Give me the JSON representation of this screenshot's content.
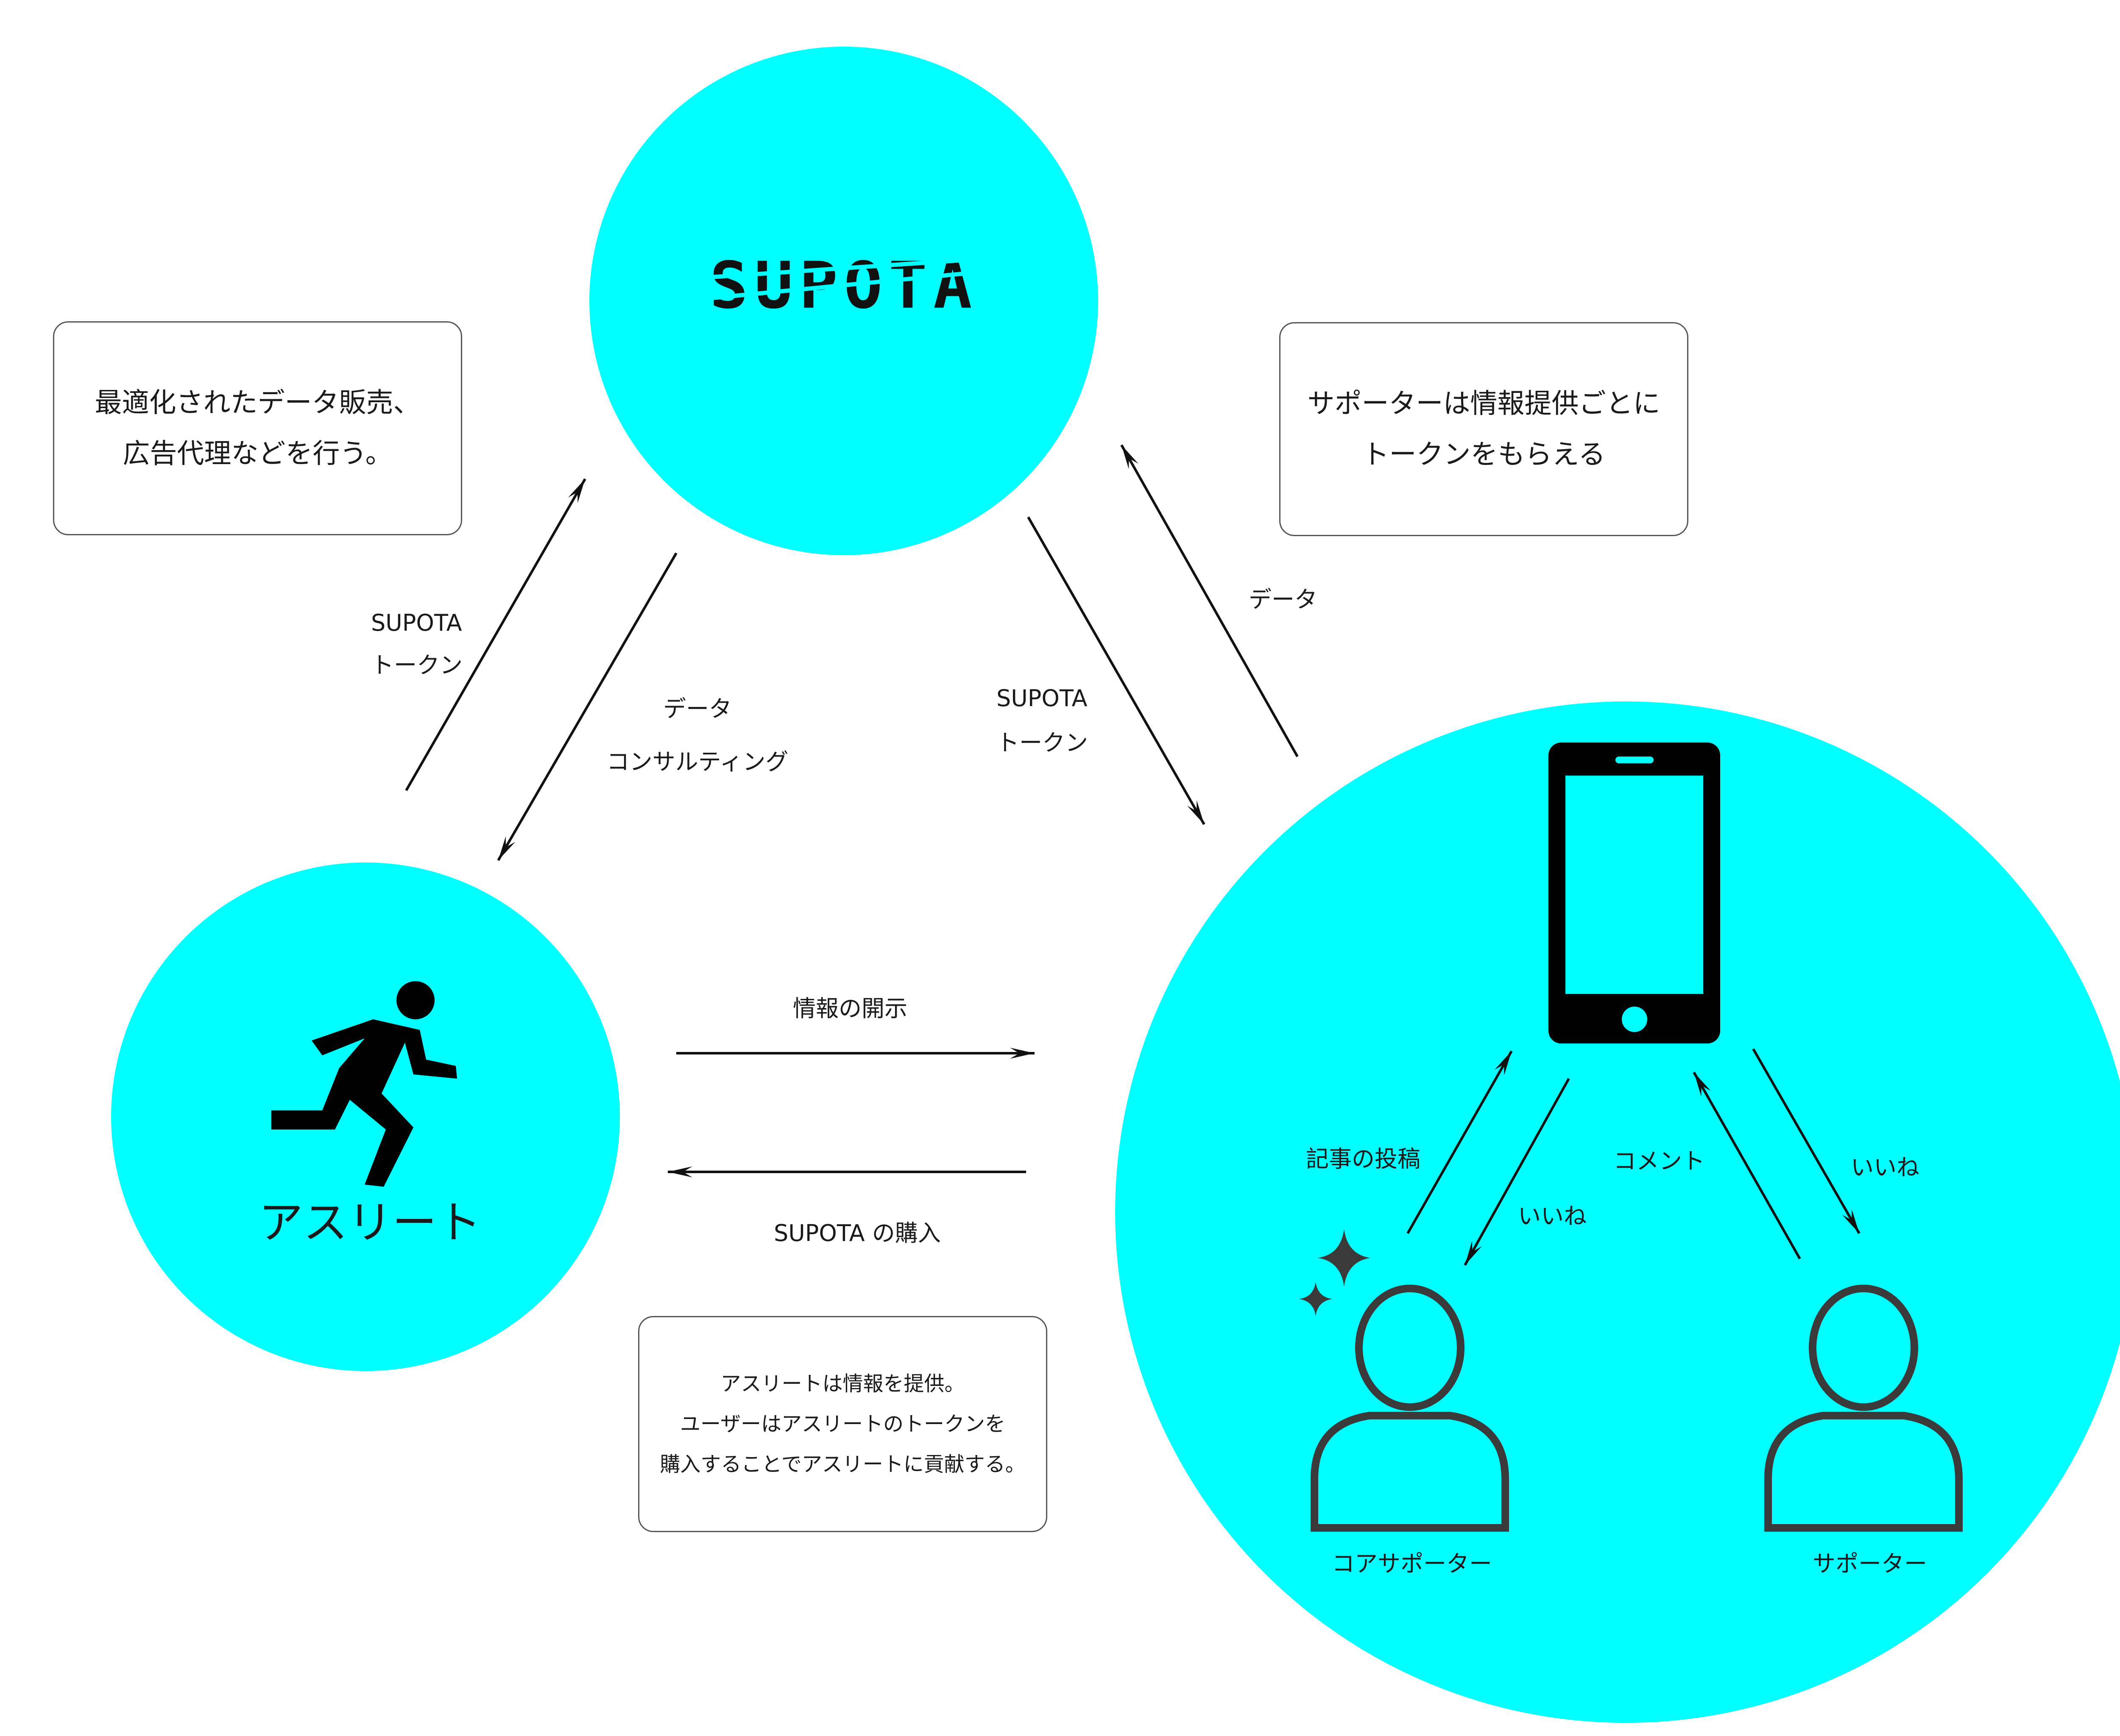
{
  "brand": {
    "logo_text": "SUPOTA"
  },
  "athlete": {
    "label": "アスリート"
  },
  "supporters": {
    "core_label": "コアサポーター",
    "supporter_label": "サポーター"
  },
  "boxes": {
    "top_left": {
      "line1": "最適化されたデータ販売、",
      "line2": "広告代理などを行う。"
    },
    "top_right": {
      "line1": "サポーターは情報提供ごとに",
      "line2": "トークンをもらえる"
    },
    "bottom": {
      "line1": "アスリートは情報を提供。",
      "line2": "ユーザーはアスリートのトークンを",
      "line3": "購入することでアスリートに貢献する。"
    }
  },
  "arrows": {
    "athlete_to_supota": {
      "line1": "SUPOTA",
      "line2": "トークン"
    },
    "supota_to_athlete": {
      "line1": "データ",
      "line2": "コンサルティング"
    },
    "supota_to_users": {
      "line1": "SUPOTA",
      "line2": "トークン"
    },
    "users_to_supota": {
      "line1": "データ"
    },
    "athlete_to_users": {
      "line1": "情報の開示"
    },
    "users_to_athlete": {
      "line1": "SUPOTA の購入"
    },
    "core_to_phone": {
      "line1": "記事の投稿"
    },
    "phone_to_core": {
      "line1": "いいね"
    },
    "supporter_to_phone": {
      "line1": "コメント"
    },
    "phone_to_supporter": {
      "line1": "いいね"
    }
  },
  "colors": {
    "accent": "#00ffff",
    "ink": "#111111",
    "icon_gray": "#3a3a3a"
  },
  "icons": [
    "runner-icon",
    "smartphone-icon",
    "person-icon",
    "sparkle-icon"
  ]
}
